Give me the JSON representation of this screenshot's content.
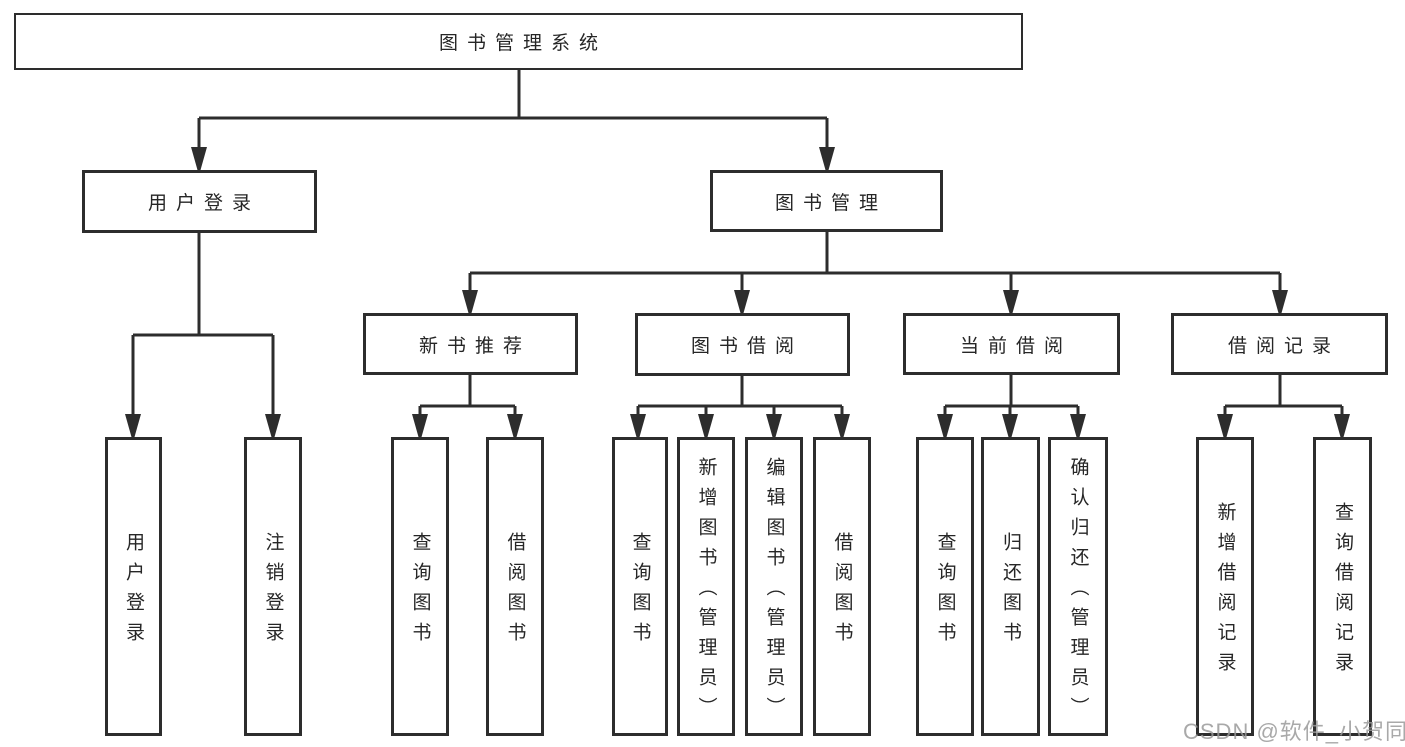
{
  "diagram": {
    "root": "图书管理系统",
    "userLogin": {
      "label": "用户登录",
      "children": [
        "用户登录",
        "注销登录"
      ]
    },
    "bookMgmt": {
      "label": "图书管理",
      "groups": [
        {
          "label": "新书推荐",
          "children": [
            "查询图书",
            "借阅图书"
          ]
        },
        {
          "label": "图书借阅",
          "children": [
            "查询图书",
            "新增图书（管理员）",
            "编辑图书（管理员）",
            "借阅图书"
          ]
        },
        {
          "label": "当前借阅",
          "children": [
            "查询图书",
            "归还图书",
            "确认归还（管理员）"
          ]
        },
        {
          "label": "借阅记录",
          "children": [
            "新增借阅记录",
            "查询借阅记录"
          ]
        }
      ]
    },
    "watermark": "CSDN @软件_小贺同学",
    "colors": {
      "line": "#2d2d2d",
      "text": "#262626",
      "background": "#ffffff",
      "watermark": "#9a9a9a"
    }
  }
}
